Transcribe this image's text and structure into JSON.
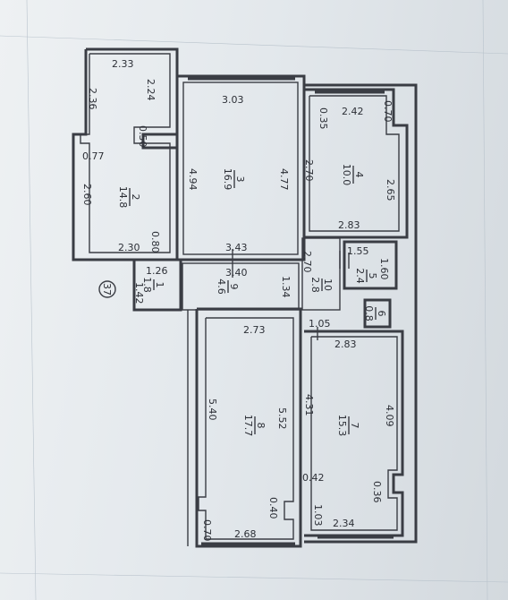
{
  "plan": {
    "page_number": "37",
    "rooms": [
      {
        "id": "r1",
        "number": "1",
        "area": "1.8"
      },
      {
        "id": "r2",
        "number": "2",
        "area": "14.8"
      },
      {
        "id": "r3",
        "number": "3",
        "area": "16.9"
      },
      {
        "id": "r4",
        "number": "4",
        "area": "10.0"
      },
      {
        "id": "r5",
        "number": "5",
        "area": "2.4"
      },
      {
        "id": "r6",
        "number": "6",
        "area": "0.8"
      },
      {
        "id": "r7",
        "number": "7",
        "area": "15.3"
      },
      {
        "id": "r8",
        "number": "8",
        "area": "17.7"
      },
      {
        "id": "r9",
        "number": "9",
        "area": "4.6"
      },
      {
        "id": "r10",
        "number": "10",
        "area": "2.8"
      }
    ],
    "dimensions": {
      "d233": "2.33",
      "d236": "2.36",
      "d224": "2.24",
      "d050": "0.50",
      "d077": "0.77",
      "d260": "2.60",
      "d230": "2.30",
      "d080": "0.80",
      "d303": "3.03",
      "d494": "4.94",
      "d477": "4.77",
      "d343": "3.43",
      "d242": "2.42",
      "d070a": "0.70",
      "d035": "0.35",
      "d270a": "2.70",
      "d265": "2.65",
      "d283a": "2.83",
      "d155": "1.55",
      "d160": "1.60",
      "d270b": "2.70",
      "d340": "3.40",
      "d126": "1.26",
      "d142": "1.42",
      "d134": "1.34",
      "d105": "1.05",
      "d273": "2.73",
      "d283b": "2.83",
      "d540": "5.40",
      "d552": "5.52",
      "d431": "4.31",
      "d409": "4.09",
      "d042": "0.42",
      "d036": "0.36",
      "d040": "0.40",
      "d103": "1.03",
      "d070b": "0.70",
      "d268": "2.68",
      "d234": "2.34"
    }
  }
}
